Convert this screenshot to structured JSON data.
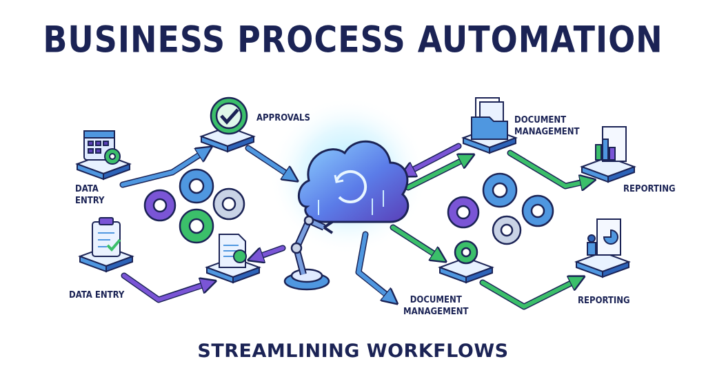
{
  "title": "BUSINESS PROCESS AUTOMATION",
  "subtitle": "STREAMLINING WORKFLOWS",
  "labels": {
    "approvals": "APPROVALS",
    "data_entry_top_line1": "DATA",
    "data_entry_top_line2": "ENTRY",
    "data_entry_bottom": "DATA ENTRY",
    "doc_mgmt_top_line1": "DOCUMENT",
    "doc_mgmt_top_line2": "MANAGEMENT",
    "doc_mgmt_bottom_line1": "DOCUMENT",
    "doc_mgmt_bottom_line2": "MANAGEMENT",
    "reporting_top": "REPORTING",
    "reporting_bottom": "REPORTING"
  },
  "colors": {
    "navy": "#1b2355",
    "blue_arrow": "#4f97e0",
    "purple_arrow": "#7a55d6",
    "green_arrow": "#3bbf6a",
    "cloud_glow": "#7fdcff"
  },
  "icons": [
    "calendar-gear-icon",
    "checkmark-icon",
    "clipboard-check-icon",
    "document-check-icon",
    "cloud-sync-icon",
    "robot-arm-icon",
    "documents-folder-icon",
    "bar-chart-icon",
    "presentation-icon",
    "gear-icon"
  ]
}
